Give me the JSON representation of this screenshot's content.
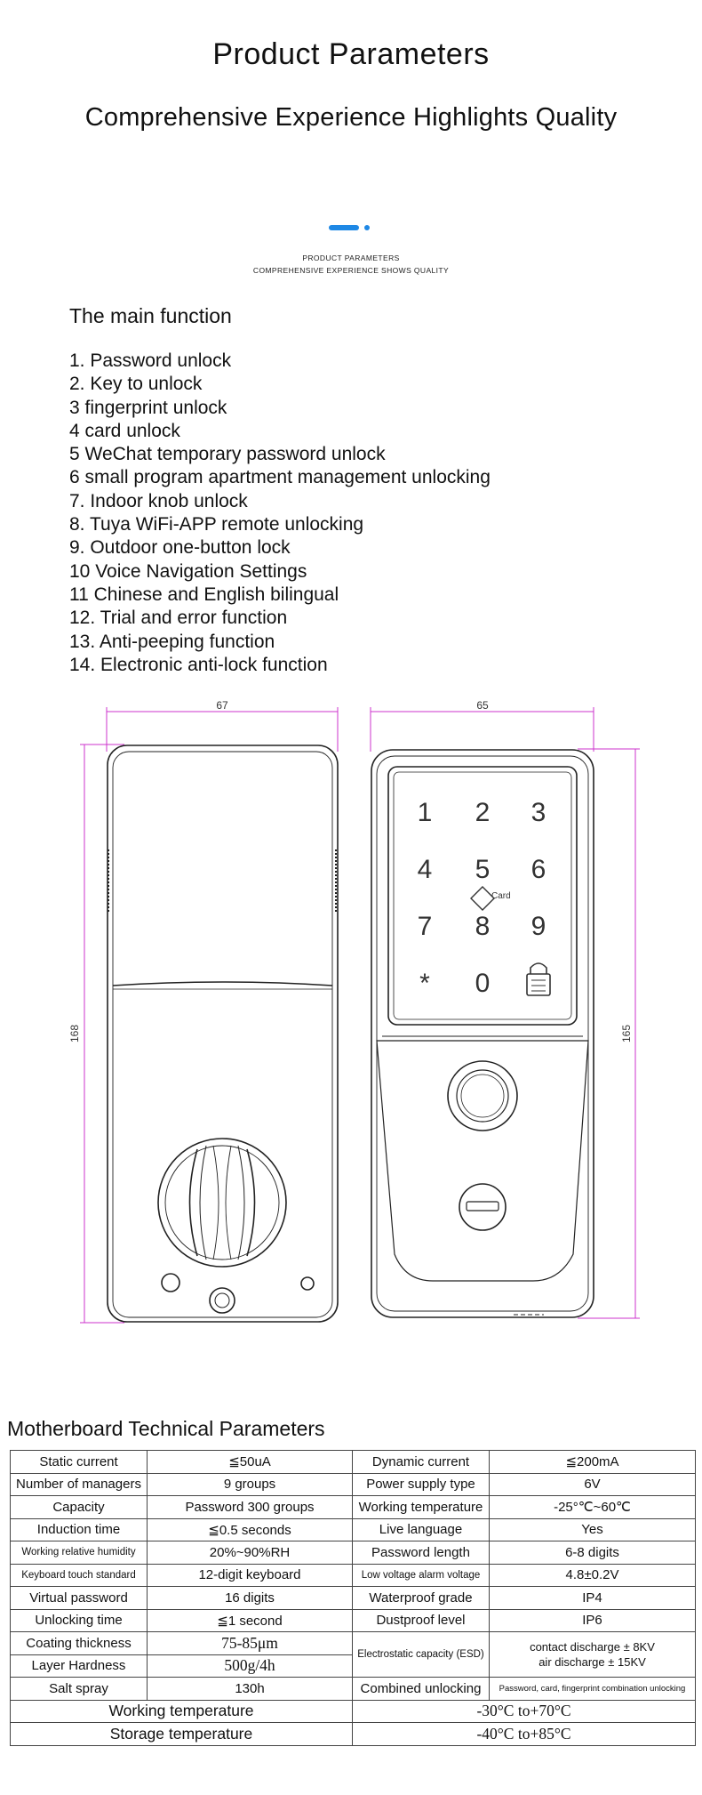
{
  "header": {
    "title": "Product Parameters",
    "subtitle": "Comprehensive Experience Highlights Quality",
    "accent_color": "#1e88e5",
    "caption_line1": "PRODUCT PARAMETERS",
    "caption_line2": "COMPREHENSIVE EXPERIENCE SHOWS QUALITY"
  },
  "functions": {
    "heading": "The main function",
    "items": [
      "1. Password unlock",
      "2. Key to unlock",
      "3 fingerprint unlock",
      "4 card unlock",
      "5 WeChat temporary password unlock",
      "6 small program apartment management unlocking",
      "7. Indoor knob unlock",
      "8. Tuya WiFi-APP remote unlocking",
      "9. Outdoor one-button lock",
      "10 Voice Navigation Settings",
      "11 Chinese and English bilingual",
      "12. Trial and error function",
      "13. Anti-peeping function",
      "14. Electronic anti-lock function"
    ]
  },
  "drawing": {
    "dimension_color": "#cc33cc",
    "back_width": "67",
    "back_height": "168",
    "front_width": "65",
    "front_height": "165",
    "keypad": [
      "1",
      "2",
      "3",
      "4",
      "5",
      "6",
      "7",
      "8",
      "9",
      "*",
      "0"
    ],
    "card_label": "Card",
    "icons": [
      "lock-icon",
      "card-icon",
      "fingerprint-reader",
      "keyhole",
      "knob"
    ]
  },
  "tech": {
    "heading": "Motherboard Technical Parameters",
    "rows": [
      [
        "Static current",
        "≦50uA",
        "Dynamic current",
        "≦200mA"
      ],
      [
        "Number of managers",
        "9 groups",
        "Power supply type",
        "6V"
      ],
      [
        "Capacity",
        "Password 300 groups",
        "Working temperature",
        "-25°℃~60℃"
      ],
      [
        "Induction time",
        "≦0.5 seconds",
        "Live language",
        "Yes"
      ],
      [
        "Working relative humidity",
        "20%~90%RH",
        "Password length",
        "6-8 digits"
      ],
      [
        "Keyboard touch standard",
        "12-digit keyboard",
        "Low voltage alarm voltage",
        "4.8±0.2V"
      ],
      [
        "Virtual password",
        "16 digits",
        "Waterproof grade",
        "IP4"
      ],
      [
        "Unlocking time",
        "≦1 second",
        "Dustproof level",
        "IP6"
      ]
    ],
    "coating_label": "Coating thickness",
    "coating_value": "75-85μm",
    "hardness_label": "Layer Hardness",
    "hardness_value": "500g/4h",
    "esd_label": "Electrostatic capacity (ESD)",
    "esd_value_1": "contact discharge ± 8KV",
    "esd_value_2": "air discharge ± 15KV",
    "salt_label": "Salt spray",
    "salt_value": "130h",
    "combined_label": "Combined unlocking",
    "combined_value": "Password, card, fingerprint combination unlocking",
    "working_temp_label": "Working temperature",
    "working_temp_value": "-30°C to+70°C",
    "storage_temp_label": "Storage temperature",
    "storage_temp_value": "-40°C to+85°C"
  }
}
